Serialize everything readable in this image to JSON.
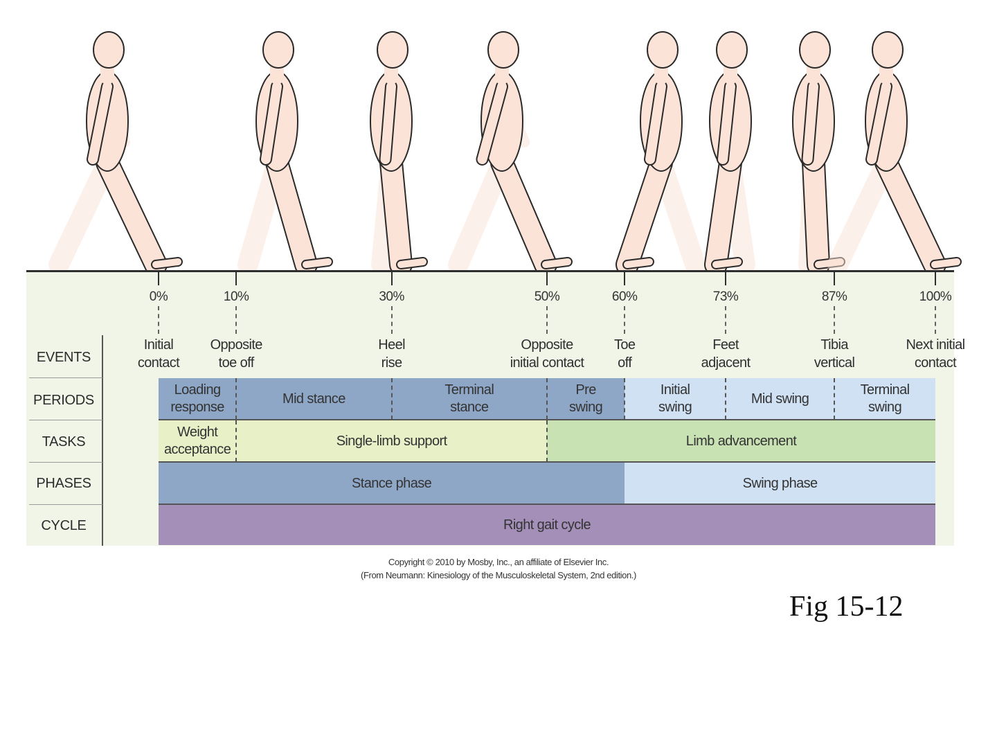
{
  "percent_marks": [
    {
      "label": "0%",
      "value": 0
    },
    {
      "label": "10%",
      "value": 10
    },
    {
      "label": "30%",
      "value": 30
    },
    {
      "label": "50%",
      "value": 50
    },
    {
      "label": "60%",
      "value": 60
    },
    {
      "label": "73%",
      "value": 73
    },
    {
      "label": "87%",
      "value": 87
    },
    {
      "label": "100%",
      "value": 100
    }
  ],
  "events": [
    {
      "label": "Initial\ncontact",
      "value": 0
    },
    {
      "label": "Opposite\ntoe off",
      "value": 10
    },
    {
      "label": "Heel\nrise",
      "value": 30
    },
    {
      "label": "Opposite\ninitial contact",
      "value": 50
    },
    {
      "label": "Toe\noff",
      "value": 60
    },
    {
      "label": "Feet\nadjacent",
      "value": 73
    },
    {
      "label": "Tibia\nvertical",
      "value": 87
    },
    {
      "label": "Next initial\ncontact",
      "value": 100
    }
  ],
  "row_labels": {
    "events": "EVENTS",
    "periods": "PERIODS",
    "tasks": "TASKS",
    "phases": "PHASES",
    "cycle": "CYCLE"
  },
  "periods": [
    {
      "label": "Loading\nresponse",
      "start": 0,
      "end": 10,
      "color": "#8fa7c7"
    },
    {
      "label": "Mid stance",
      "start": 10,
      "end": 30,
      "color": "#8fa7c7"
    },
    {
      "label": "Terminal\nstance",
      "start": 30,
      "end": 50,
      "color": "#8fa7c7"
    },
    {
      "label": "Pre\nswing",
      "start": 50,
      "end": 60,
      "color": "#8fa7c7"
    },
    {
      "label": "Initial\nswing",
      "start": 60,
      "end": 73,
      "color": "#cfe1f3"
    },
    {
      "label": "Mid swing",
      "start": 73,
      "end": 87,
      "color": "#cfe1f3"
    },
    {
      "label": "Terminal\nswing",
      "start": 87,
      "end": 100,
      "color": "#cfe1f3"
    }
  ],
  "tasks": [
    {
      "label": "Weight\nacceptance",
      "start": 0,
      "end": 10,
      "color": "#e8f0c8"
    },
    {
      "label": "Single-limb support",
      "start": 10,
      "end": 50,
      "color": "#e8f0c8"
    },
    {
      "label": "Limb advancement",
      "start": 50,
      "end": 100,
      "color": "#c9e2b4"
    }
  ],
  "phases": [
    {
      "label": "Stance phase",
      "start": 0,
      "end": 60,
      "color": "#8fa7c7"
    },
    {
      "label": "Swing phase",
      "start": 60,
      "end": 100,
      "color": "#cfe1f3"
    }
  ],
  "cycle": {
    "label": "Right gait cycle",
    "start": 0,
    "end": 100,
    "color": "#a48fb8"
  },
  "copyright": {
    "line1": "Copyright © 2010 by Mosby, Inc., an affiliate of Elsevier Inc.",
    "line2": "(From Neumann: Kinesiology of the Musculoskeletal System, 2nd edition.)"
  },
  "figure_label": "Fig 15-12",
  "colors": {
    "figure_skin": "#fbe3d8",
    "figure_outline": "#2a2a2a",
    "panel_bg": "#f1f5e8"
  },
  "figure_icons": [
    "walking-figure-icon"
  ]
}
